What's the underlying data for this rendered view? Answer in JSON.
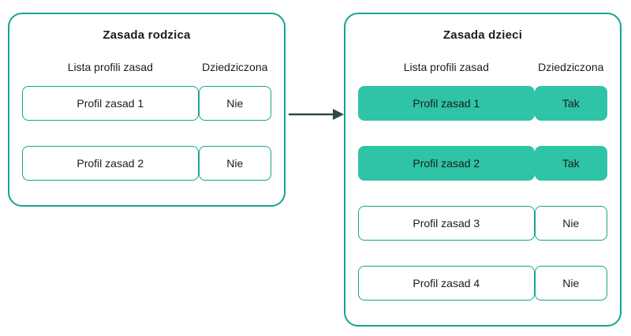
{
  "colors": {
    "accent": "#14a58c",
    "fill": "#2ec4a5",
    "text": "#1c1c1c",
    "arrow": "#2c4a47"
  },
  "parent": {
    "title": "Zasada rodzica",
    "col1": "Lista profili zasad",
    "col2": "Dziedziczona",
    "rows": [
      {
        "profile": "Profil zasad 1",
        "inherited": "Nie",
        "highlighted": false
      },
      {
        "profile": "Profil zasad 2",
        "inherited": "Nie",
        "highlighted": false
      }
    ]
  },
  "child": {
    "title": "Zasada dzieci",
    "col1": "Lista profili zasad",
    "col2": "Dziedziczona",
    "rows": [
      {
        "profile": "Profil zasad 1",
        "inherited": "Tak",
        "highlighted": true
      },
      {
        "profile": "Profil zasad 2",
        "inherited": "Tak",
        "highlighted": true
      },
      {
        "profile": "Profil zasad 3",
        "inherited": "Nie",
        "highlighted": false
      },
      {
        "profile": "Profil zasad 4",
        "inherited": "Nie",
        "highlighted": false
      }
    ]
  }
}
